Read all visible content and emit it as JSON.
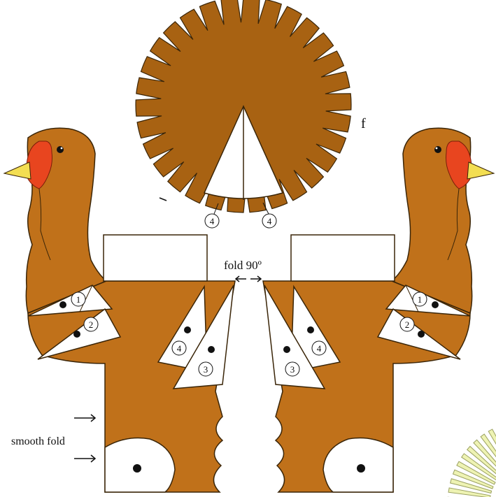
{
  "colors": {
    "body": "#c0711a",
    "body_stroke": "#3a2508",
    "fan": "#a86212",
    "wattle": "#e8451f",
    "beak": "#f3de52",
    "eye": "#111111",
    "paper": "#ffffff",
    "pale_feather": "#eef3b3"
  },
  "labels": {
    "fan_letter": "f",
    "fold_label": "fold 90º",
    "smooth_fold": "smooth fold",
    "tab_fan_left": "4",
    "tab_fan_right": "4",
    "left_tab_1": "1",
    "left_tab_2": "2",
    "left_tab_3": "3",
    "left_tab_4": "4",
    "right_tab_1": "1",
    "right_tab_2": "2",
    "right_tab_3": "3",
    "right_tab_4": "4"
  },
  "icons": {
    "fold_arrows": "double-arrow-icon",
    "smooth_fold_arrows": "arrow-right-icon"
  }
}
